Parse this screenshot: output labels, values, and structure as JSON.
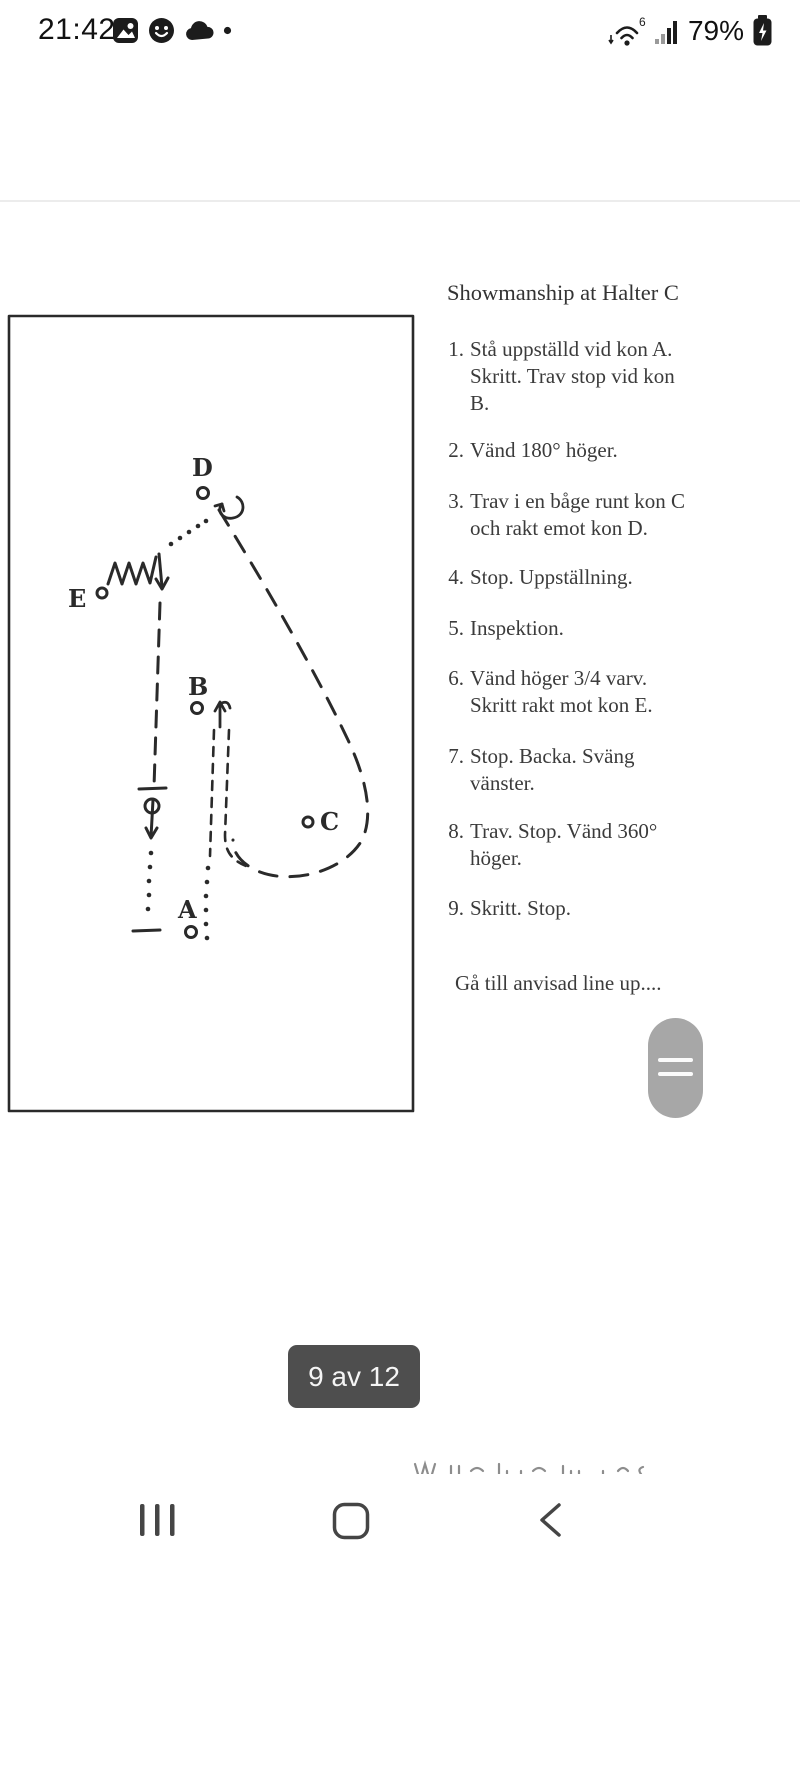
{
  "status_bar": {
    "time": "21:42",
    "battery_percent": "79%",
    "icons": {
      "left": [
        "gallery-icon",
        "smiley-icon",
        "cloud-icon",
        "notification-dot-icon"
      ],
      "right": [
        "wifi-6-icon",
        "signal-bars-icon",
        "battery-charging-icon"
      ]
    }
  },
  "pattern_sheet": {
    "title": "Showmanship at Halter C",
    "instructions": [
      {
        "num": "1.",
        "text": "Stå uppställd vid kon A. Skritt. Trav stop vid kon B."
      },
      {
        "num": "2.",
        "text": "Vänd 180° höger."
      },
      {
        "num": "3.",
        "text": "Trav i en båge runt kon C och rakt emot kon D."
      },
      {
        "num": "4.",
        "text": "Stop. Uppställning."
      },
      {
        "num": "5.",
        "text": "Inspektion."
      },
      {
        "num": "6.",
        "text": "Vänd höger 3/4 varv. Skritt rakt mot kon E."
      },
      {
        "num": "7.",
        "text": "Stop. Backa. Sväng vänster."
      },
      {
        "num": "8.",
        "text": "Trav. Stop. Vänd 360° höger."
      },
      {
        "num": "9.",
        "text": "Skritt. Stop."
      }
    ],
    "footer_note": "Gå till anvisad line up....",
    "diagram": {
      "cone_labels": {
        "a": "A",
        "b": "B",
        "c": "C",
        "d": "D",
        "e": "E"
      },
      "path_style": "dashed-and-dotted hand-drawn showmanship pattern",
      "ink_color": "#2a2a2a"
    }
  },
  "viewer": {
    "page_indicator": "9 av 12"
  },
  "nav_bar": {
    "icons": [
      "recent-apps-icon",
      "home-icon",
      "back-icon"
    ]
  },
  "colors": {
    "chip_bg": "#4e4e4e",
    "scroll_handle": "#a7a7a7",
    "text": "#3b3b3b"
  }
}
